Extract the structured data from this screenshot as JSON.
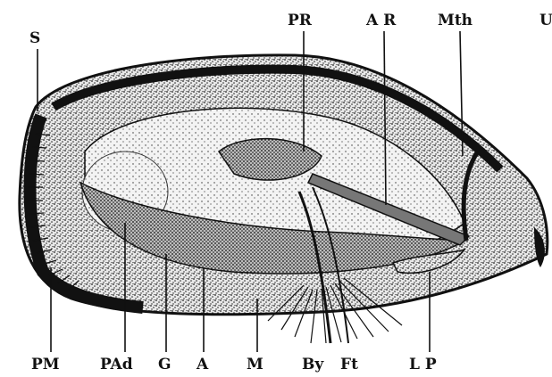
{
  "labels": {
    "S": "S",
    "PR": "PR",
    "AR": "A R",
    "Mth": "Mth",
    "U": "U",
    "PM": "PM",
    "PAd": "PAd",
    "G": "G",
    "A": "A",
    "M": "M",
    "By": "By",
    "Ft": "Ft",
    "LP": "L P"
  },
  "colors": {
    "ink": "#111111",
    "stipple": "#222222",
    "background": "#ffffff"
  }
}
